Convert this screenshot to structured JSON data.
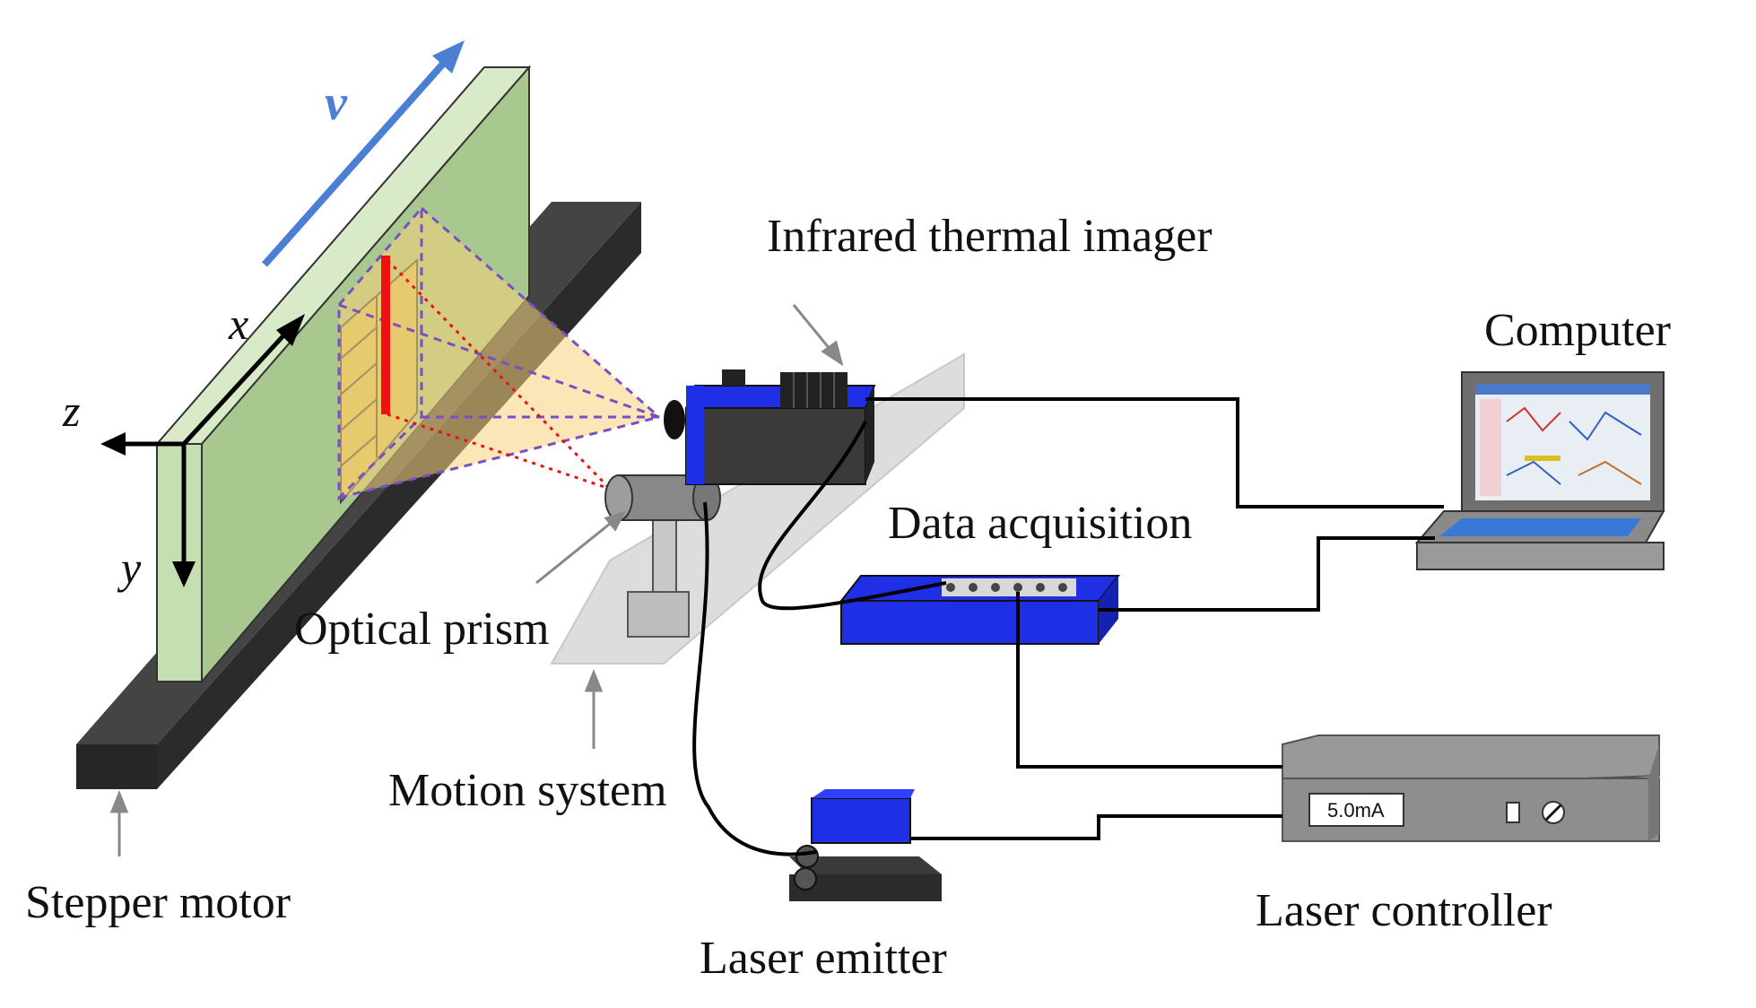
{
  "labels": {
    "velocity": "v",
    "axis_x": "x",
    "axis_y": "y",
    "axis_z": "z",
    "infrared_thermal_imager": "Infrared thermal imager",
    "computer": "Computer",
    "data_acquisition": "Data acquisition",
    "optical_prism": "Optical prism",
    "motion_system": "Motion system",
    "stepper_motor": "Stepper motor",
    "laser_emitter": "Laser emitter",
    "laser_controller": "Laser controller"
  },
  "laser_controller_display": "5.0mA",
  "colors": {
    "plate": "#a8c890",
    "plate_front": "#d8eac8",
    "rail": "#2b2b2b",
    "velocity_arrow": "#4a7fd4",
    "device_blue": "#1e2fe6",
    "device_gray": "#555555",
    "laser_line": "#ee1111",
    "fov_fill": "#f5d27a",
    "fov_outline": "#7a4fc4"
  }
}
